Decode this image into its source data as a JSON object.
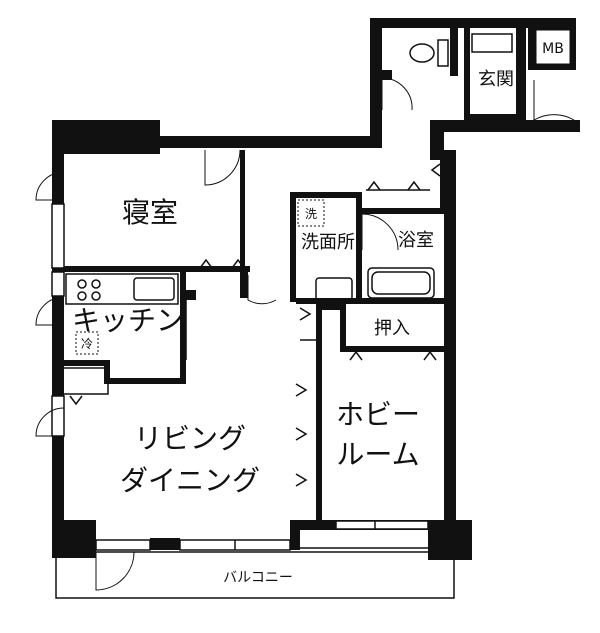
{
  "floor_plan": {
    "rooms": {
      "bedroom": "寝室",
      "kitchen": "キッチン",
      "living_dining_line1": "リビング",
      "living_dining_line2": "ダイニング",
      "hobby_room_line1": "ホビー",
      "hobby_room_line2": "ルーム",
      "washroom": "洗面所",
      "bathroom": "浴室",
      "closet": "押入",
      "entrance": "玄関",
      "meter_box": "MB",
      "balcony": "バルコニー"
    },
    "fixtures": {
      "washer_mark": "洗",
      "fridge_mark": "冷"
    }
  }
}
